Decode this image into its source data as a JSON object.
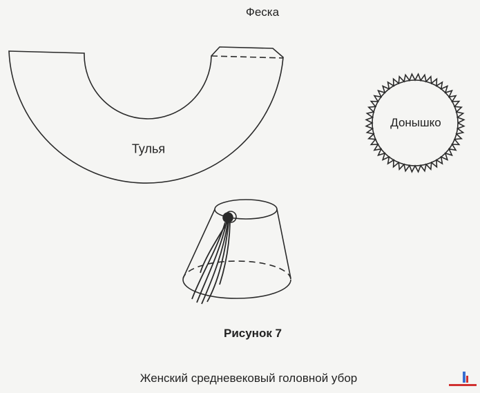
{
  "title": "Феска",
  "parts": {
    "crown": "Тулья",
    "bottom": "Донышко"
  },
  "figure_label": "Рисунок 7",
  "caption": "Женский средневековый головной убор",
  "colors": {
    "line": "#2a2a2a",
    "paper": "#f5f5f3"
  }
}
